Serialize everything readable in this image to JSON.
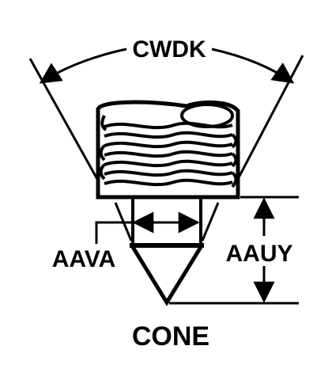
{
  "figure": {
    "caption": "CONE",
    "dimensions": {
      "angle_label": "CWDK",
      "tip_diameter_label": "AAVA",
      "cone_length_label": "AAUY"
    }
  },
  "colors": {
    "ink": "#000000",
    "paper": "#ffffff"
  }
}
